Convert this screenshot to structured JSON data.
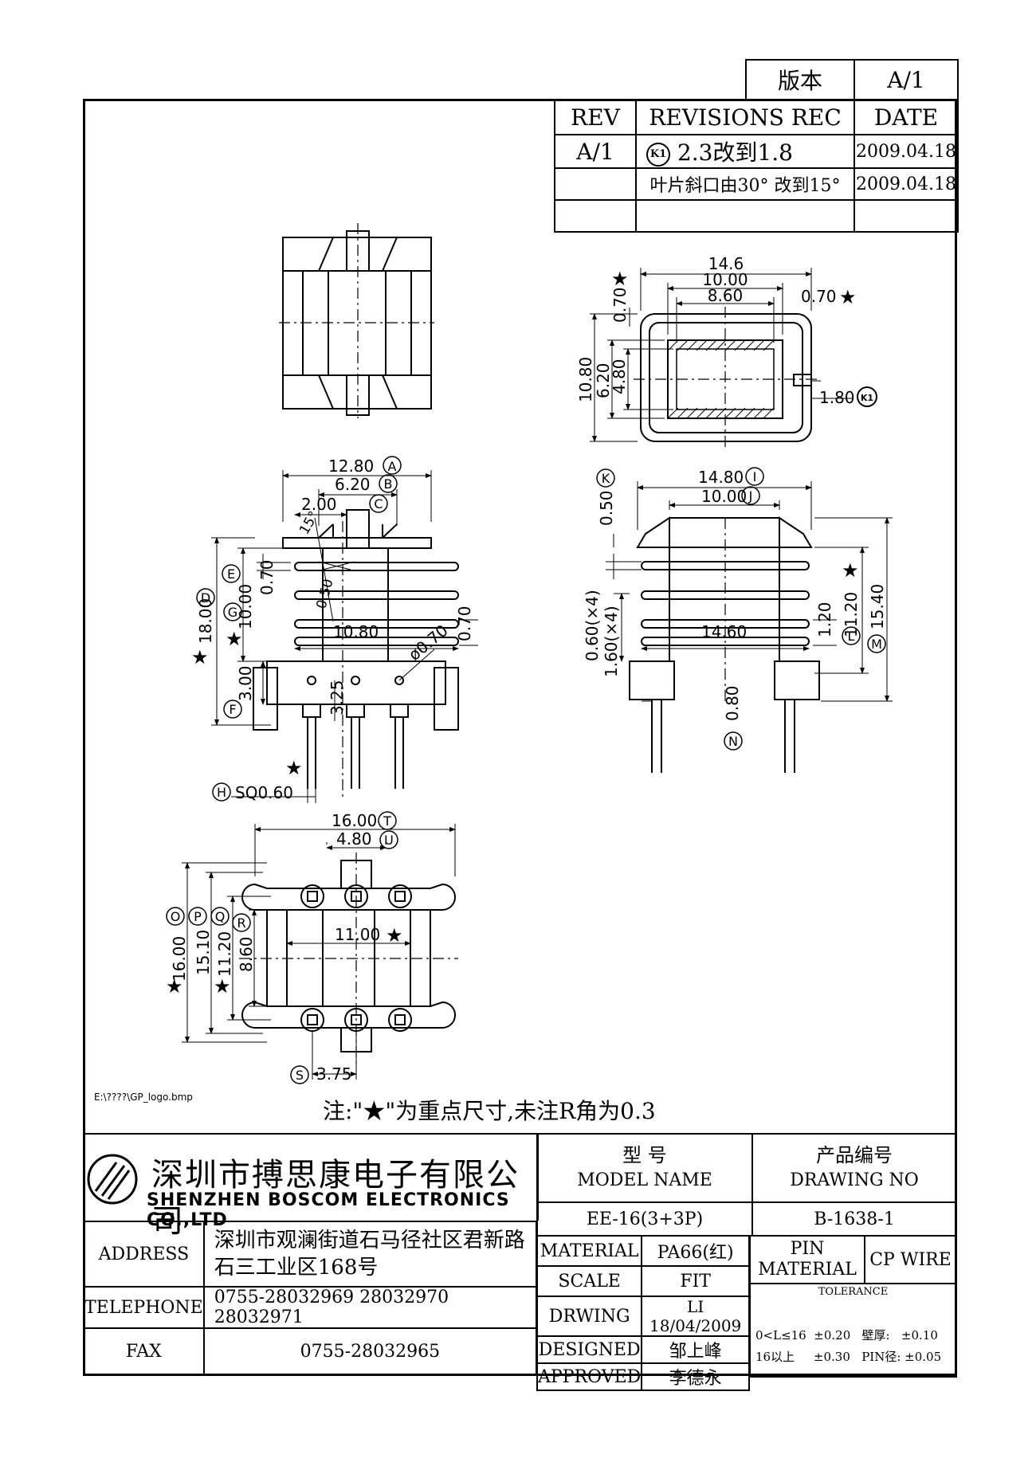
{
  "header": {
    "version_label": "版本",
    "version_value": "A/1"
  },
  "revisions": {
    "col_rev": "REV",
    "col_rec": "REVISIONS REC",
    "col_date": "DATE",
    "rows": [
      {
        "rev": "A/1",
        "mark": "K1",
        "text": "2.3改到1.8",
        "date": "2009.04.18"
      },
      {
        "rev": "",
        "mark": "",
        "text": "叶片斜口由30° 改到15°",
        "date": "2009.04.18"
      },
      {
        "rev": "",
        "mark": "",
        "text": "",
        "date": ""
      }
    ]
  },
  "dims": {
    "top_right": {
      "d146": "14.6",
      "d1000": "10.00",
      "d860": "8.60",
      "d070a": "0.70",
      "d070b": "0.70",
      "d1080": "10.80",
      "d620": "6.20",
      "d480": "4.80",
      "d180": "1.80",
      "k1": "K1"
    },
    "side_left": {
      "d1280": "12.80",
      "A": "A",
      "d620": "6.20",
      "B": "B",
      "C": "C",
      "d200": "2.00",
      "deg15": "15°",
      "d070": "0.70",
      "d1000": "10.00",
      "d1800": "18.00",
      "d050": "0.50",
      "d1080": "10.80",
      "d070b": "0.70",
      "d070c": "ø0.70",
      "d300": "3.00",
      "d325": "3.25",
      "sq": "SQ0.60",
      "D": "D",
      "E": "E",
      "F": "F",
      "G": "G",
      "H": "H"
    },
    "side_right": {
      "d1480": "14.80",
      "I": "I",
      "d1000": "10.00",
      "J": "J",
      "d050": "0.50",
      "K": "K",
      "d060": "0.60(×4)",
      "d160": "1.60(×4)",
      "d1460": "14.60",
      "d120": "1.20",
      "d1120": "11.20",
      "L": "L",
      "d1540": "15.40",
      "M": "M",
      "d080": "0.80",
      "N": "N"
    },
    "bottom": {
      "d1600": "16.00",
      "T": "T",
      "d480": "4.80",
      "U": "U",
      "d1100": "11.00",
      "d1600v": "16.00",
      "d1510": "15.10",
      "d1120": "11.20",
      "d860": "8.60",
      "O": "O",
      "P": "P",
      "Q": "Q",
      "R": "R",
      "d375": "3.75",
      "S": "S"
    }
  },
  "logo_path": "E:\\????\\GP_logo.bmp",
  "note": "注:\"★\"为重点尺寸,未注R角为0.3",
  "title_block": {
    "company_cn": "深圳市搏思康电子有限公司",
    "company_en": "SHENZHEN BOSCOM ELECTRONICS CO.,LTD",
    "address_label": "ADDRESS",
    "address_line1": "深圳市观澜街道石马径社区君新路",
    "address_line2": "石三工业区168号",
    "telephone_label": "TELEPHONE",
    "telephone": "0755-28032969 28032970 28032971",
    "fax_label": "FAX",
    "fax": "0755-28032965",
    "model_cn": "型    号",
    "model_en": "MODEL NAME",
    "model_value": "EE-16(3+3P)",
    "drawing_cn": "产品编号",
    "drawing_en": "DRAWING NO",
    "drawing_value": "B-1638-1",
    "material_label": "MATERIAL",
    "material_value": "PA66(红)",
    "pin_label1": "PIN",
    "pin_label2": "MATERIAL",
    "pin_value": "CP WIRE",
    "scale_label": "SCALE",
    "scale_value": "FIT",
    "tolerance_label": "TOLERANCE",
    "drwing_label": "DRWING",
    "drwing_value": "LI 18/04/2009",
    "designed_label": "DESIGNED",
    "designed_value": "邹上峰",
    "approved_label": "APPROVED",
    "approved_value": "李德永",
    "tol_line1": "0<L≤16  ±0.20   壁厚:   ±0.10",
    "tol_line2": "16以上     ±0.30   PIN径: ±0.05"
  }
}
